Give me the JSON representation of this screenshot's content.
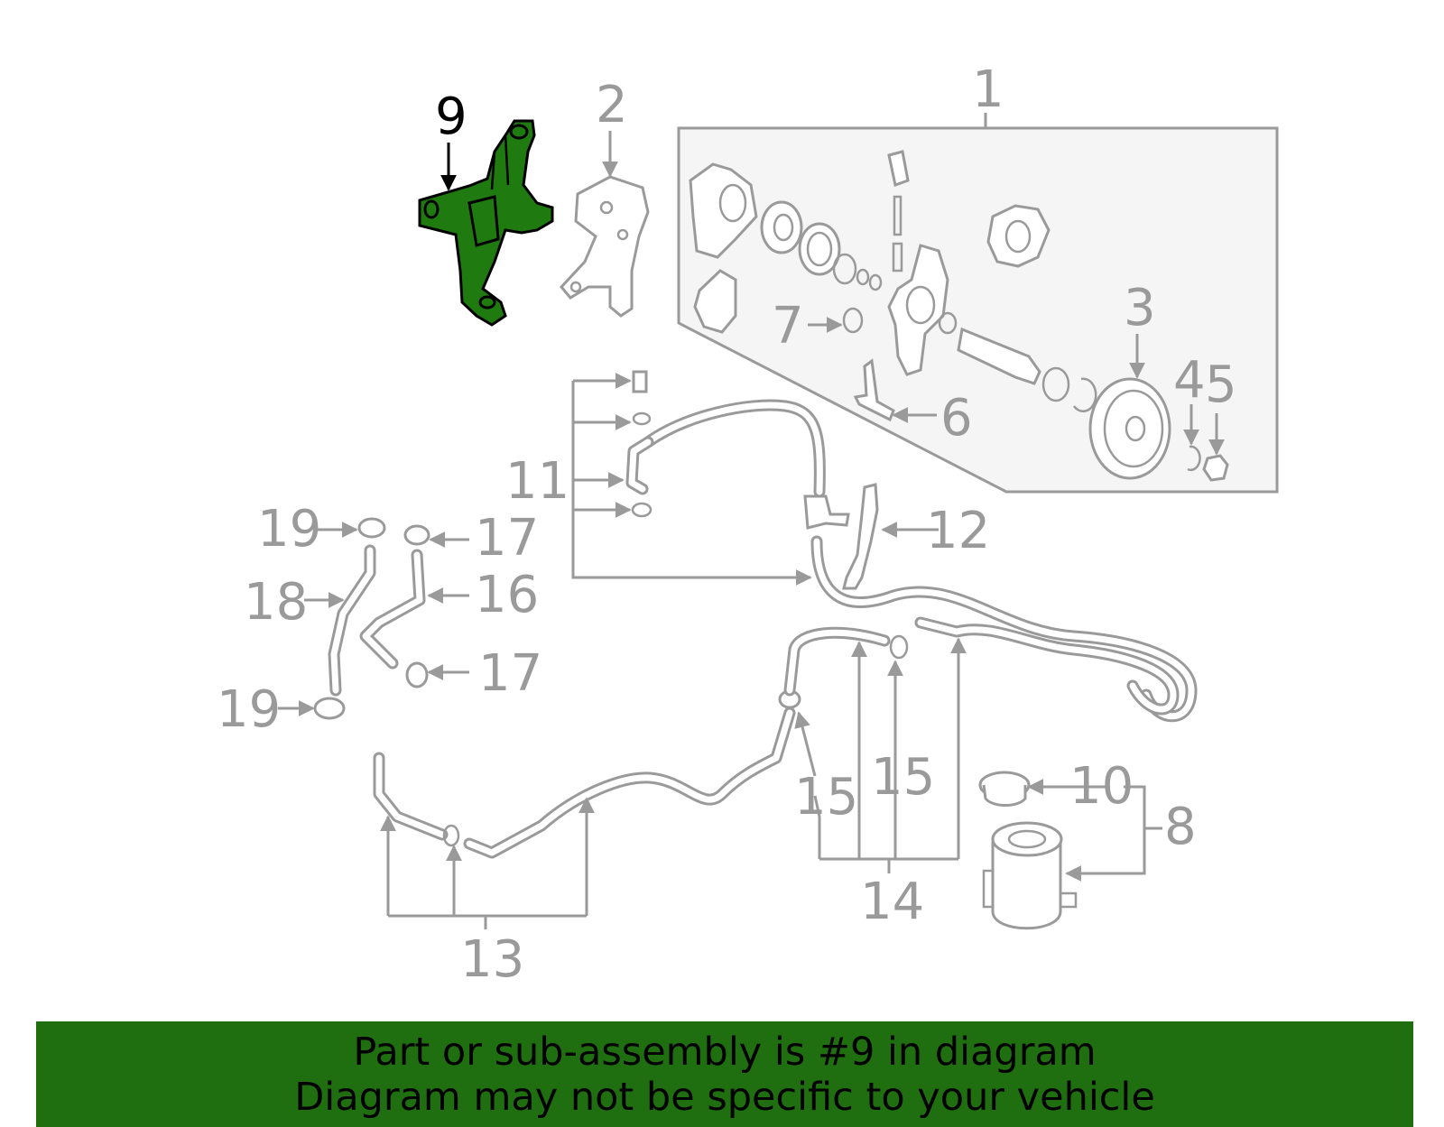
{
  "colors": {
    "highlight": "#1f7a10",
    "banner": "#1f6e10",
    "part_gray": "#9a9a9a",
    "box_fill": "#f5f5f5"
  },
  "callouts": {
    "c1": "1",
    "c2": "2",
    "c3": "3",
    "c4": "4",
    "c5": "5",
    "c6": "6",
    "c7": "7",
    "c8": "8",
    "c9": "9",
    "c10": "10",
    "c11": "11",
    "c12": "12",
    "c13": "13",
    "c14": "14",
    "c15a": "15",
    "c15b": "15",
    "c16": "16",
    "c17a": "17",
    "c17b": "17",
    "c18": "18",
    "c19a": "19",
    "c19b": "19"
  },
  "highlighted_part": "9",
  "banner": {
    "line1": "Part or sub-assembly is #9 in diagram",
    "line2": "Diagram may not be specific to your vehicle"
  }
}
